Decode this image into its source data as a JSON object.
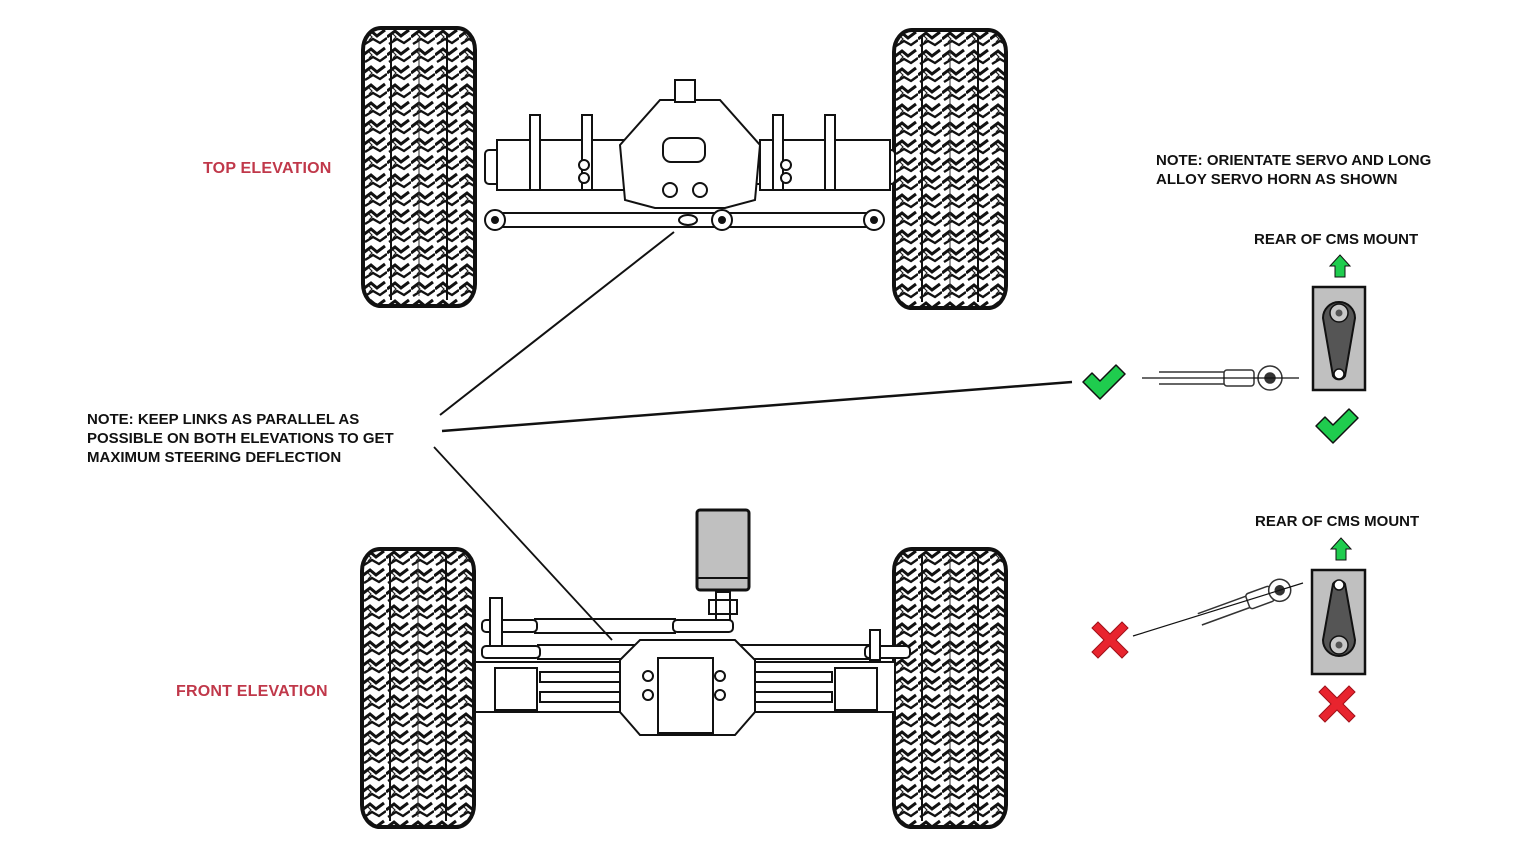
{
  "labels": {
    "top_elevation": "TOP ELEVATION",
    "front_elevation": "FRONT ELEVATION"
  },
  "notes": {
    "servo_orientation": [
      "NOTE: ORIENTATE SERVO AND LONG",
      "ALLOY SERVO HORN AS SHOWN"
    ],
    "parallel_links": [
      "NOTE:  KEEP LINKS AS PARALLEL AS",
      "POSSIBLE ON BOTH ELEVATIONS TO GET",
      "MAXIMUM STEERING DEFLECTION"
    ]
  },
  "mount_labels": {
    "correct": "REAR OF CMS MOUNT",
    "incorrect": "REAR OF CMS MOUNT"
  },
  "indicators": {
    "correct_icon": "check-icon",
    "incorrect_icon": "cross-icon",
    "arrow_icon": "arrow-up-icon"
  },
  "colors": {
    "label_red": "#c0384a",
    "check_green": "#1fcc4e",
    "cross_red": "#e8242e",
    "arrow_green": "#1fcc4e",
    "servo_body": "#c0c0c0",
    "servo_horn": "#555555"
  }
}
